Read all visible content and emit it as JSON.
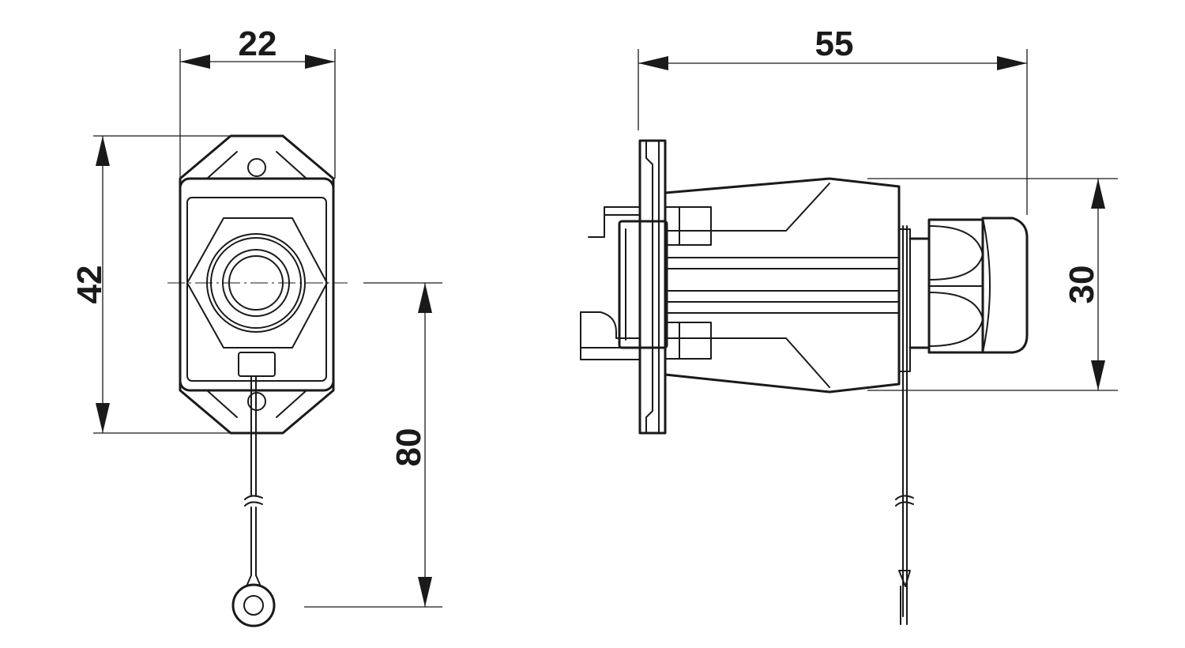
{
  "dimensions": {
    "front_width": "22",
    "front_height": "42",
    "cable_length": "80",
    "side_depth": "55",
    "side_height": "30"
  }
}
